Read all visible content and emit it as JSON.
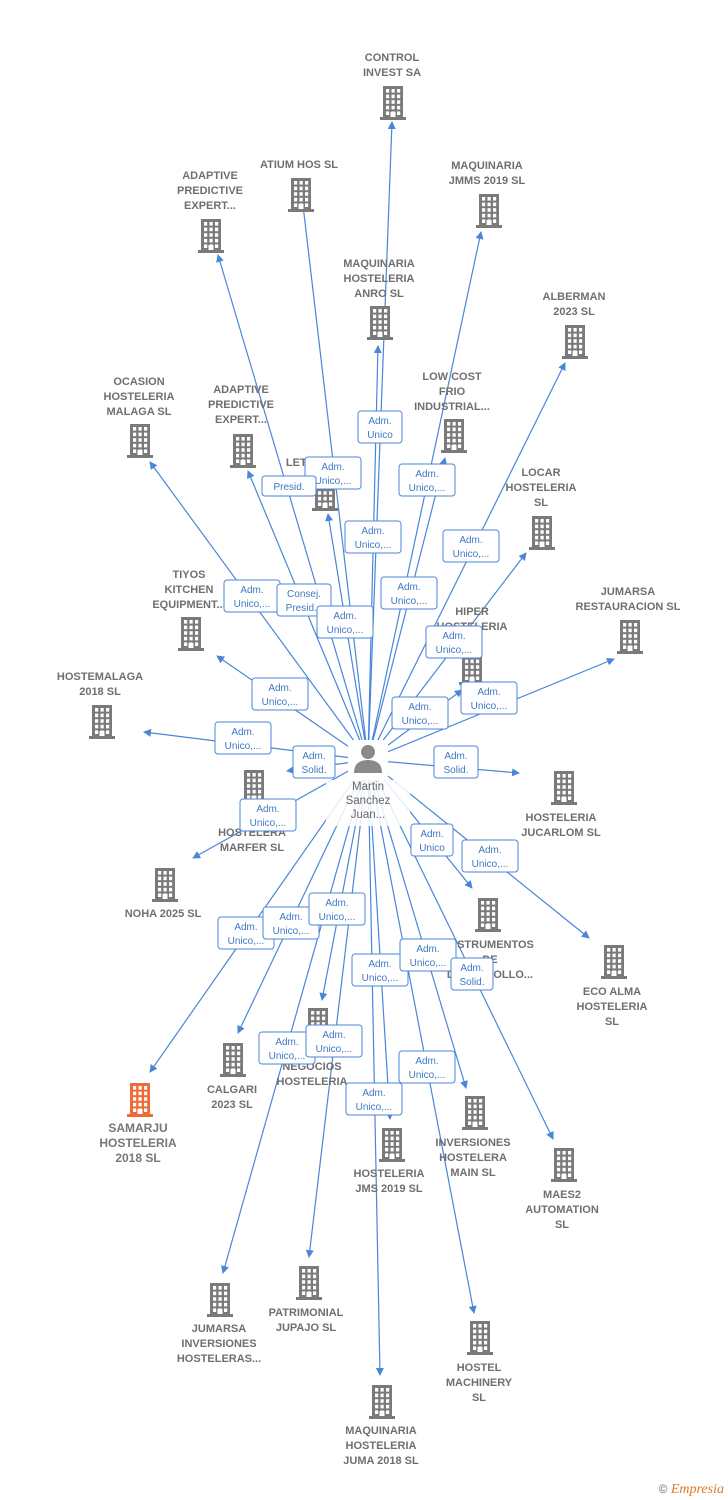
{
  "colors": {
    "edge": "#4a86d8",
    "building": "#7a7a7a",
    "building_highlight": "#f06a35",
    "person": "#8a8a8a"
  },
  "person": {
    "lines": [
      "Martin",
      "Sanchez",
      "Juan..."
    ],
    "icon": "person-icon"
  },
  "companies": [
    {
      "id": "control-invest",
      "lines": [
        "CONTROL",
        "INVEST SA"
      ]
    },
    {
      "id": "atium-hos",
      "lines": [
        "ATIUM HOS  SL"
      ]
    },
    {
      "id": "adaptive-1",
      "lines": [
        "ADAPTIVE",
        "PREDICTIVE",
        "EXPERT..."
      ]
    },
    {
      "id": "maquinaria-jmms",
      "lines": [
        "MAQUINARIA",
        "JMMS 2019  SL"
      ]
    },
    {
      "id": "maquinaria-anro",
      "lines": [
        "MAQUINARIA",
        "HOSTELERIA",
        "ANRO  SL"
      ]
    },
    {
      "id": "alberman",
      "lines": [
        "ALBERMAN",
        "2023  SL"
      ]
    },
    {
      "id": "ocasion",
      "lines": [
        "OCASION",
        "HOSTELERIA",
        "MALAGA  SL"
      ]
    },
    {
      "id": "adaptive-2",
      "lines": [
        "ADAPTIVE",
        "PREDICTIVE",
        "EXPERT..."
      ]
    },
    {
      "id": "low-cost",
      "lines": [
        "LOW COST",
        "FRIO",
        "INDUSTRIAL..."
      ]
    },
    {
      "id": "letal",
      "lines": [
        "LETA...  SL"
      ]
    },
    {
      "id": "locar",
      "lines": [
        "LOCAR",
        "HOSTELERIA",
        "SL"
      ]
    },
    {
      "id": "tiyos",
      "lines": [
        "TIYOS",
        "KITCHEN",
        "EQUIPMENT..."
      ]
    },
    {
      "id": "jumarsa-rest",
      "lines": [
        "JUMARSA",
        "RESTAURACION SL"
      ]
    },
    {
      "id": "hiper",
      "lines": [
        "HIPER",
        "HOSTELERIA",
        "SL"
      ]
    },
    {
      "id": "hostemalaga",
      "lines": [
        "HOSTEMALAGA",
        "2018  SL"
      ]
    },
    {
      "id": "inv-marfer",
      "lines": [
        "INV...",
        "HOSTELERA",
        "MARFER  SL"
      ]
    },
    {
      "id": "hosteleria-jucarlom",
      "lines": [
        "HOSTELERIA",
        "JUCARLOM  SL"
      ]
    },
    {
      "id": "noha",
      "lines": [
        "NOHA 2025  SL"
      ]
    },
    {
      "id": "instrumentos",
      "lines": [
        "INSTRUMENTOS",
        "DE",
        "DESARROLLO..."
      ]
    },
    {
      "id": "eco-alma",
      "lines": [
        "ECO ALMA",
        "HOSTELERIA",
        "SL"
      ]
    },
    {
      "id": "samarju",
      "lines": [
        "SAMARJU",
        "HOSTELERIA",
        "2018  SL"
      ],
      "highlight": true
    },
    {
      "id": "calgari",
      "lines": [
        "CALGARI",
        "2023  SL"
      ]
    },
    {
      "id": "negocios",
      "lines": [
        "NEGOCIOS",
        "HOSTELERIA"
      ]
    },
    {
      "id": "inversiones-main",
      "lines": [
        "INVERSIONES",
        "HOSTELERA",
        "MAIN  SL"
      ]
    },
    {
      "id": "maes2",
      "lines": [
        "MAES2",
        "AUTOMATION",
        "SL"
      ]
    },
    {
      "id": "hosteleria-jms",
      "lines": [
        "HOSTELERIA",
        "JMS 2019  SL"
      ]
    },
    {
      "id": "jumarsa-inv",
      "lines": [
        "JUMARSA",
        "INVERSIONES",
        "HOSTELERAS..."
      ]
    },
    {
      "id": "patrimonial",
      "lines": [
        "PATRIMONIAL",
        "JUPAJO SL"
      ]
    },
    {
      "id": "hostel-machinery",
      "lines": [
        "HOSTEL",
        "MACHINERY",
        "SL"
      ]
    },
    {
      "id": "maquinaria-juma",
      "lines": [
        "MAQUINARIA",
        "HOSTELERIA",
        "JUMA 2018  SL"
      ]
    }
  ],
  "edge_labels": [
    [
      "Adm.",
      "Unico"
    ],
    [
      "Adm.",
      "Unico,..."
    ],
    [
      "Presid."
    ],
    [
      "Adm.",
      "Unico,..."
    ],
    [
      "Adm.",
      "Unico,..."
    ],
    [
      "Adm.",
      "Unico,..."
    ],
    [
      "Adm.",
      "Unico,..."
    ],
    [
      "Adm.",
      "Unico,..."
    ],
    [
      "Consej.",
      "Presid..."
    ],
    [
      "Adm.",
      "Unico,..."
    ],
    [
      "Adm.",
      "Unico,..."
    ],
    [
      "Adm.",
      "Unico,..."
    ],
    [
      "Adm.",
      "Unico,..."
    ],
    [
      "Adm.",
      "Unico,..."
    ],
    [
      "Adm.",
      "Unico,..."
    ],
    [
      "Adm.",
      "Solid."
    ],
    [
      "Adm.",
      "Solid."
    ],
    [
      "Adm.",
      "Unico,..."
    ],
    [
      "Adm.",
      "Unico"
    ],
    [
      "Adm.",
      "Unico,..."
    ],
    [
      "Adm.",
      "Unico,..."
    ],
    [
      "Adm.",
      "Unico,..."
    ],
    [
      "Adm.",
      "Unico,..."
    ],
    [
      "Adm.",
      "Unico,..."
    ],
    [
      "Adm.",
      "Unico,..."
    ],
    [
      "Adm.",
      "Solid."
    ],
    [
      "Adm.",
      "Unico,..."
    ],
    [
      "Adm.",
      "Unico,..."
    ],
    [
      "Adm.",
      "Unico,..."
    ],
    [
      "Adm.",
      "Unico,..."
    ],
    [
      "Adm.",
      "Unico,..."
    ]
  ],
  "brand": {
    "copyright": "©",
    "name": "Empresia"
  }
}
